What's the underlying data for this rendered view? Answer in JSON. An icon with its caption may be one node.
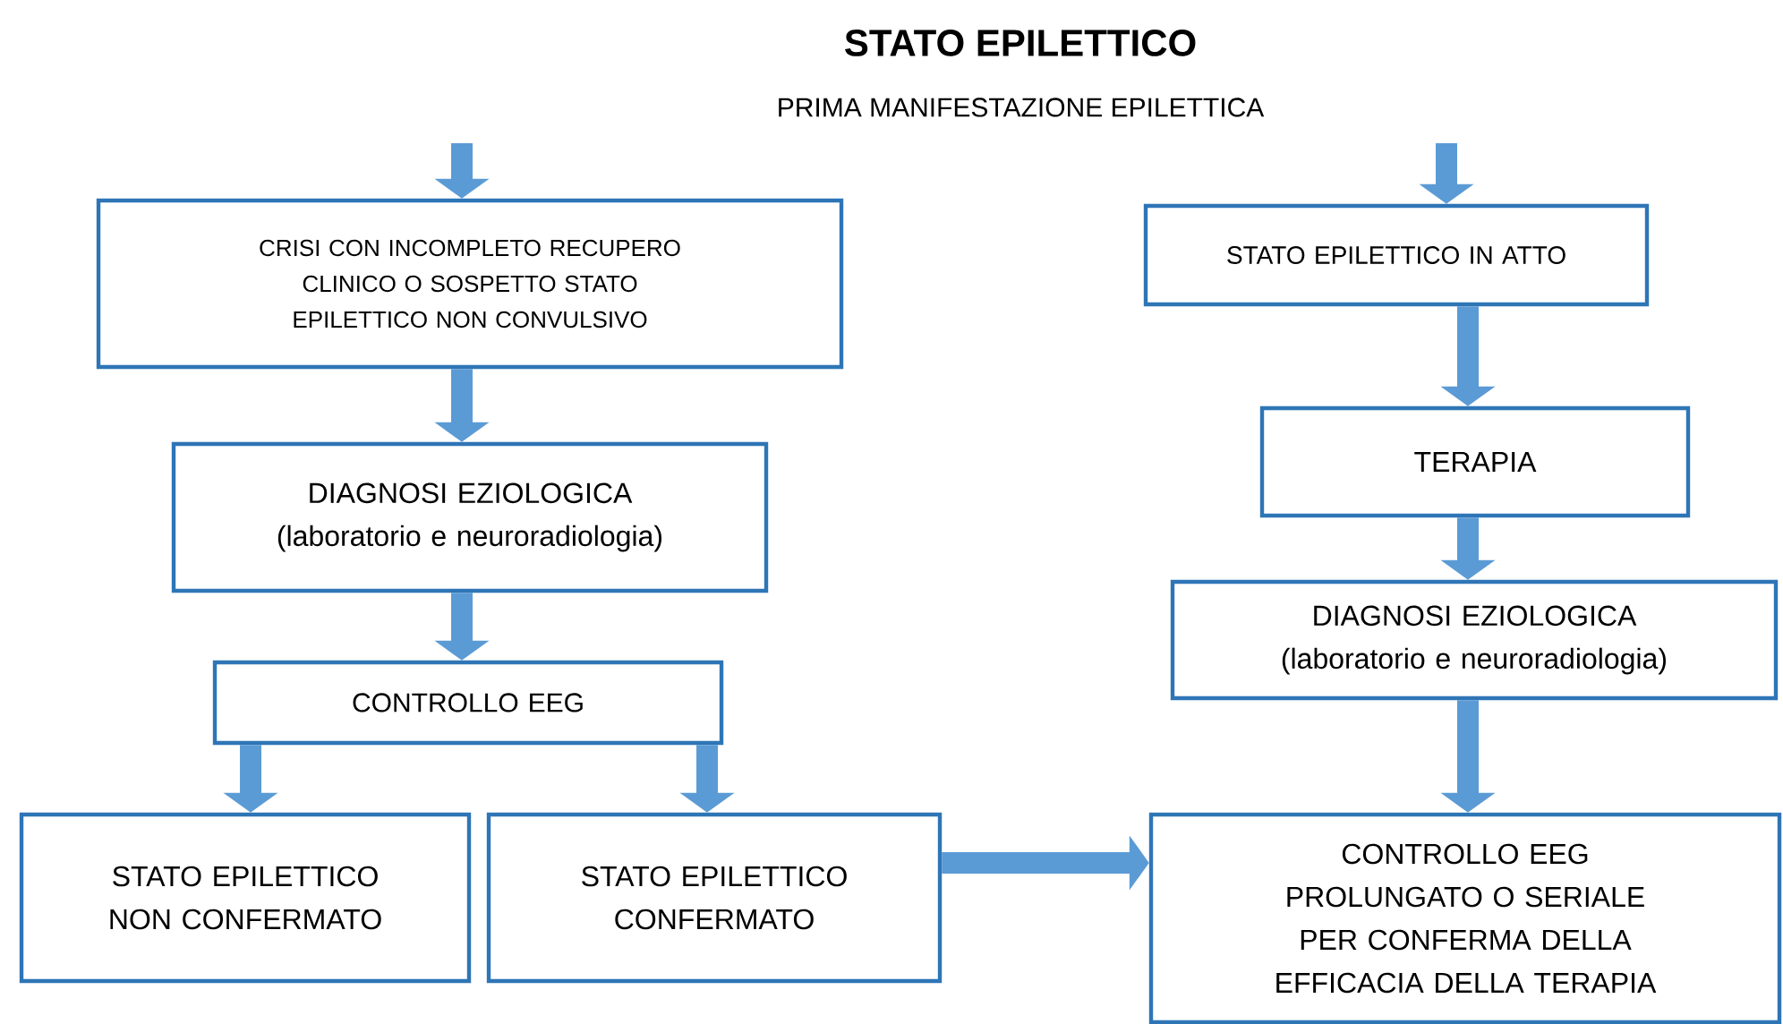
{
  "diagram": {
    "title": "STATO EPILETTICO",
    "nodes": [
      {
        "text": [
          "CRISI CON INCOMPLETO RECUPERO CLINICO O SOSPETTO STATO EPILETTICO NON CONVULSIVO"
        ]
      },
      {
        "text": [
          "DIAGNOSI EZIOLOGICA",
          "(laboratorio e neuroradiologia)"
        ]
      },
      {
        "text": [
          "CONTROLLO EEG"
        ]
      },
      {
        "text": [
          "STATO EPILETTICO NON CONFERMATO"
        ]
      },
      {
        "text": [
          "STATO EPILETTICO CONFERMATO"
        ]
      },
      {
        "text": [
          "STATO EPILETTICO IN ATTO"
        ]
      },
      {
        "text": [
          "TERAPIA"
        ]
      },
      {
        "text": [
          "DIAGNOSI EZIOLOGICA",
          "(laboratorio e neuroradiologia)"
        ]
      },
      {
        "text": [
          "CONTROLLO EEG PROLUNGATO O SERIALE PER CONFERMA DELLA EFFICACIA DELLA TERAPIA"
        ]
      }
    ],
    "edges": [
      {
        "from": null,
        "to": 0,
        "arrow": "to"
      },
      {
        "from": 0,
        "to": 1,
        "arrow": "to"
      },
      {
        "from": 1,
        "to": 2,
        "arrow": "to"
      },
      {
        "from": 2,
        "to": 3,
        "arrow": "to"
      },
      {
        "from": 2,
        "to": 4,
        "arrow": "to"
      },
      {
        "from": 4,
        "to": 8,
        "arrow": "to"
      },
      {
        "from": null,
        "to": 5,
        "arrow": "to"
      },
      {
        "from": 5,
        "to": 6,
        "arrow": "to"
      },
      {
        "from": 6,
        "to": 7,
        "arrow": "to"
      },
      {
        "from": 7,
        "to": 8,
        "arrow": "to"
      }
    ],
    "labels": [
      "PRIMA MANIFESTAZIONE EPILETTICA"
    ]
  }
}
